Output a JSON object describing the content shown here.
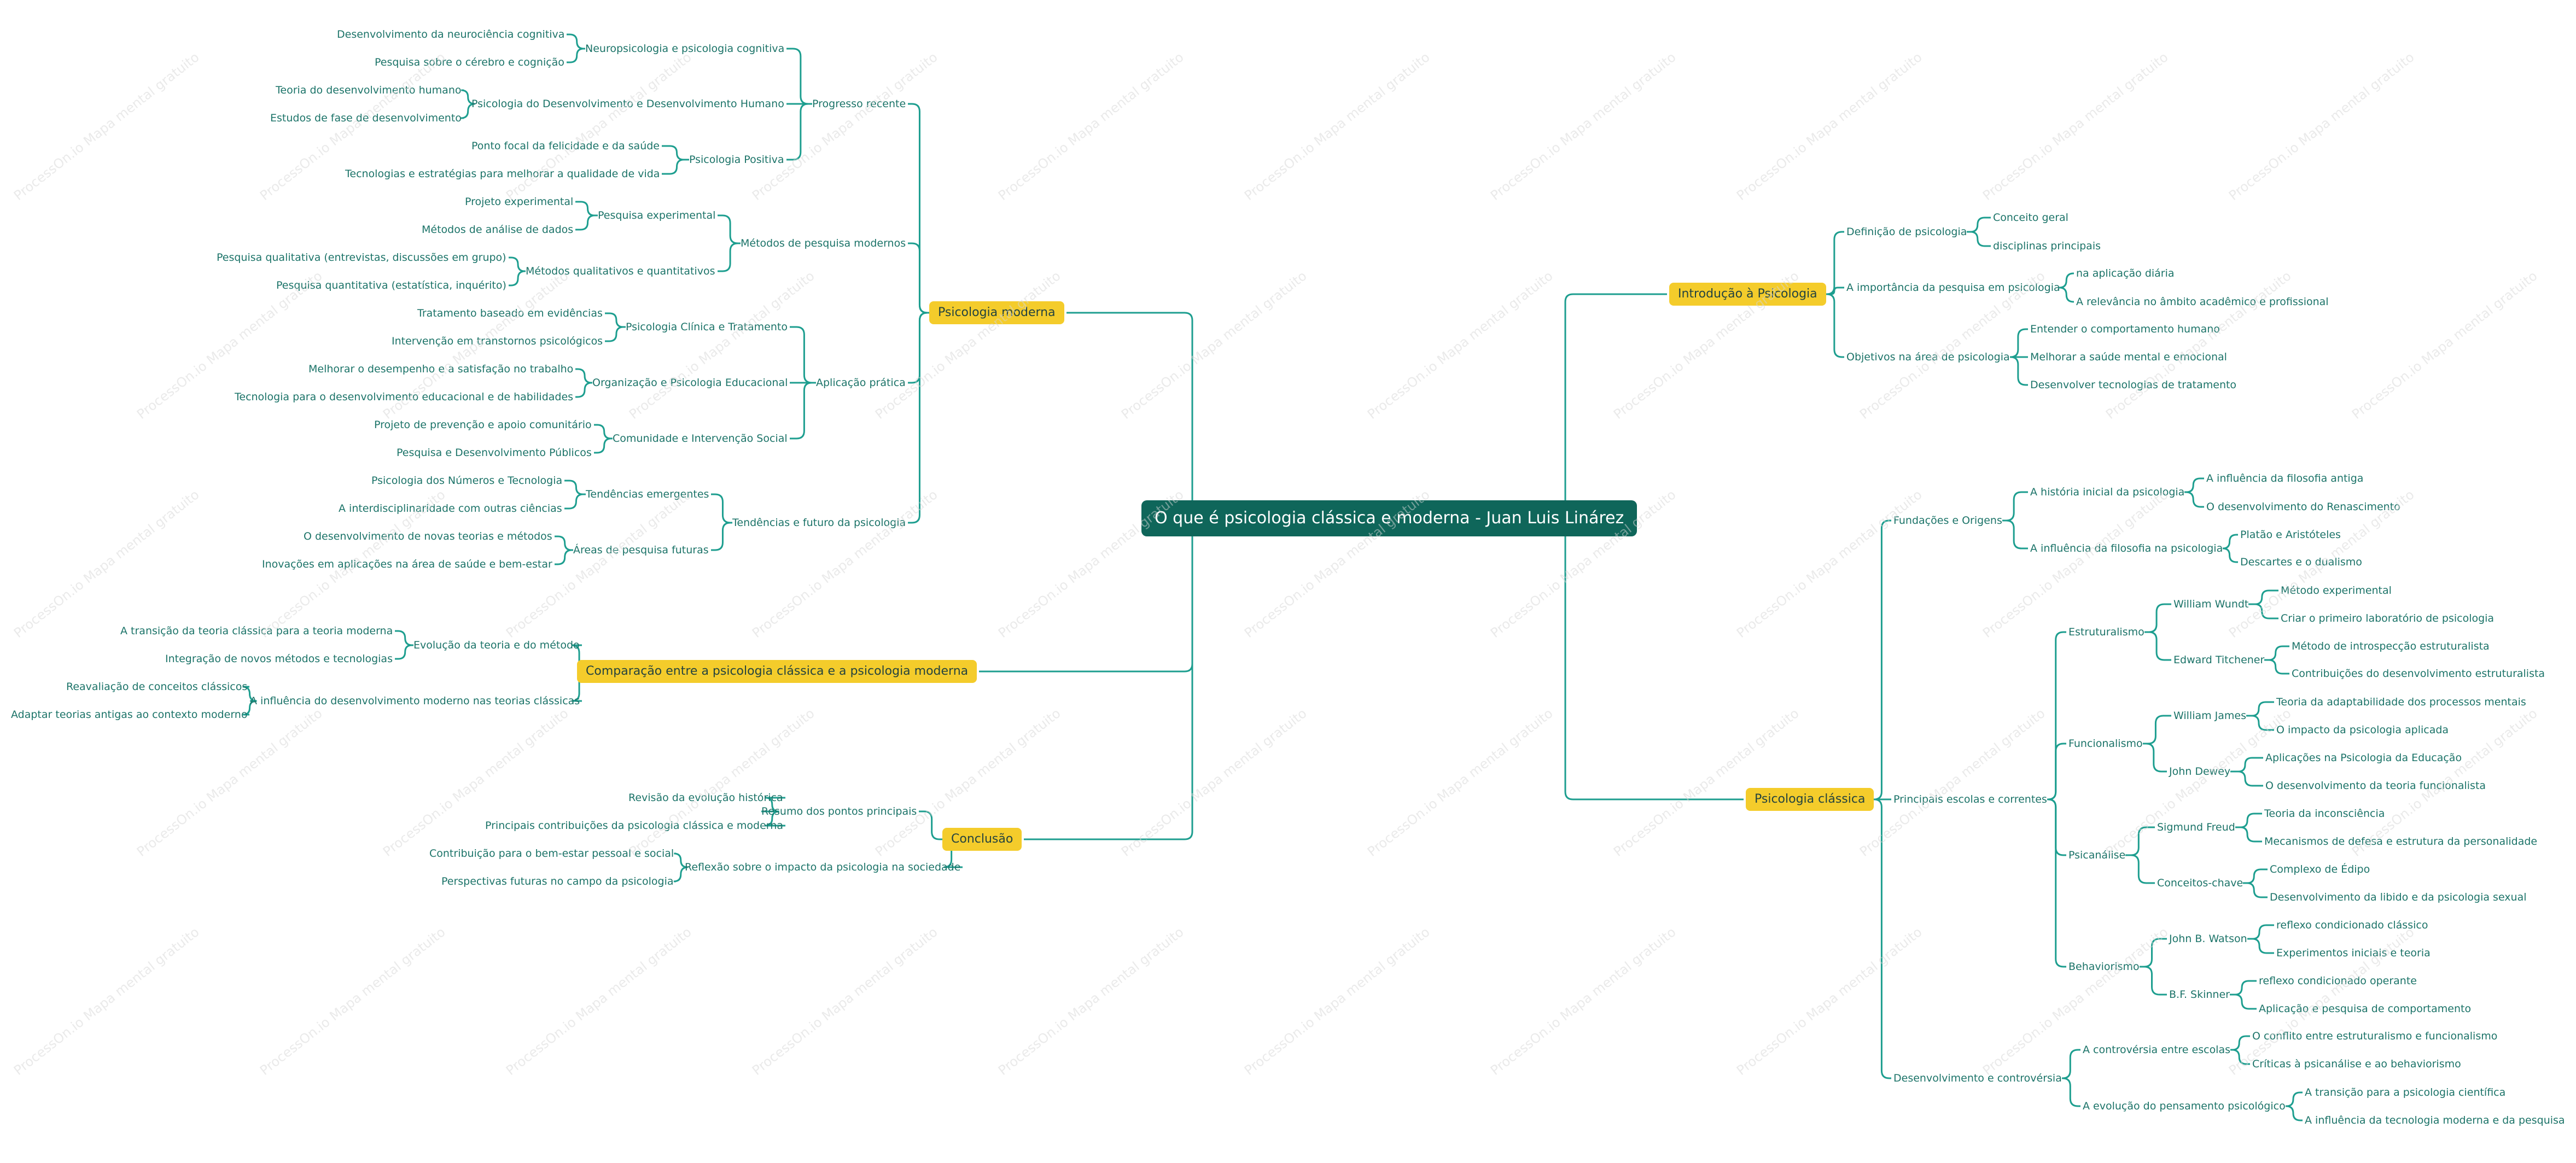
{
  "watermark": "ProcessOn.io Mapa mental gratuito",
  "colors": {
    "root_bg": "#0f665a",
    "main_bg": "#f4cc2b",
    "line": "#1d9e8f",
    "text": "#1b7368"
  },
  "nodes": {
    "root": "O que é psicologia clássica e moderna - Juan Luis Linárez",
    "intro": "Introdução à Psicologia",
    "intro_def": "Definição de psicologia",
    "intro_def_1": "Conceito geral",
    "intro_def_2": "disciplinas principais",
    "intro_imp": "A importância da pesquisa em psicologia",
    "intro_imp_1": "na aplicação diária",
    "intro_imp_2": "A relevância no âmbito acadêmico e profissional",
    "intro_obj": "Objetivos na área de psicologia",
    "intro_obj_1": "Entender o comportamento humano",
    "intro_obj_2": "Melhorar a saúde mental e emocional",
    "intro_obj_3": "Desenvolver tecnologias de tratamento",
    "classic": "Psicologia clássica",
    "fund": "Fundações e Origens",
    "fund_hist": "A história inicial da psicologia",
    "fund_hist_1": "A influência da filosofia antiga",
    "fund_hist_2": "O desenvolvimento do Renascimento",
    "fund_filo": "A influência da filosofia na psicologia",
    "fund_filo_1": "Platão e Aristóteles",
    "fund_filo_2": "Descartes e o dualismo",
    "esc": "Principais escolas e correntes",
    "estr": "Estruturalismo",
    "wundt": "William Wundt",
    "wundt_1": "Método experimental",
    "wundt_2": "Criar o primeiro laboratório de psicologia",
    "titch": "Edward Titchener",
    "titch_1": "Método de introspecção estruturalista",
    "titch_2": "Contribuições do desenvolvimento estruturalista",
    "func": "Funcionalismo",
    "james": "William James",
    "james_1": "Teoria da adaptabilidade dos processos mentais",
    "james_2": "O impacto da psicologia aplicada",
    "dewey": "John Dewey",
    "dewey_1": "Aplicações na Psicologia da Educação",
    "dewey_2": "O desenvolvimento da teoria funcionalista",
    "psican": "Psicanálise",
    "freud": "Sigmund Freud",
    "freud_1": "Teoria da inconsciência",
    "freud_2": "Mecanismos de defesa e estrutura da personalidade",
    "conc": "Conceitos-chave",
    "conc_1": "Complexo de Édipo",
    "conc_2": "Desenvolvimento da libido e da psicologia sexual",
    "behav": "Behaviorismo",
    "watson": "John B. Watson",
    "watson_1": "reflexo condicionado clássico",
    "watson_2": "Experimentos iniciais e teoria",
    "skinner": "B.F. Skinner",
    "skinner_1": "reflexo condicionado operante",
    "skinner_2": "Aplicação e pesquisa de comportamento",
    "desen": "Desenvolvimento e controvérsia",
    "contr": "A controvérsia entre escolas",
    "contr_1": "O conflito entre estruturalismo e funcionalismo",
    "contr_2": "Críticas à psicanálise e ao behaviorismo",
    "evol": "A evolução do pensamento psicológico",
    "evol_1": "A transição para a psicologia científica",
    "evol_2": "A influência da tecnologia moderna e da pesquisa",
    "moderna": "Psicologia moderna",
    "prog": "Progresso recente",
    "neuro": "Neuropsicologia e psicologia cognitiva",
    "neuro_1": "Desenvolvimento da neurociência cognitiva",
    "neuro_2": "Pesquisa sobre o cérebro e cognição",
    "dh": "Psicologia do Desenvolvimento e Desenvolvimento Humano",
    "dh_1": "Teoria do desenvolvimento humano",
    "dh_2": "Estudos de fase de desenvolvimento",
    "pos": "Psicologia Positiva",
    "pos_1": "Ponto focal da felicidade e da saúde",
    "pos_2": "Tecnologias e estratégias para melhorar a qualidade de vida",
    "met": "Métodos de pesquisa modernos",
    "pexp": "Pesquisa experimental",
    "pexp_1": "Projeto experimental",
    "pexp_2": "Métodos de análise de dados",
    "mqq": "Métodos qualitativos e quantitativos",
    "mqq_1": "Pesquisa qualitativa (entrevistas, discussões em grupo)",
    "mqq_2": "Pesquisa quantitativa (estatística, inquérito)",
    "apl": "Aplicação prática",
    "clin": "Psicologia Clínica e Tratamento",
    "clin_1": "Tratamento baseado em evidências",
    "clin_2": "Intervenção em transtornos psicológicos",
    "org": "Organização e Psicologia Educacional",
    "org_1": "Melhorar o desempenho e a satisfação no trabalho",
    "org_2": "Tecnologia para o desenvolvimento educacional e de habilidades",
    "com": "Comunidade e Intervenção Social",
    "com_1": "Projeto de prevenção e apoio comunitário",
    "com_2": "Pesquisa e Desenvolvimento Públicos",
    "tend": "Tendências e futuro da psicologia",
    "temer": "Tendências emergentes",
    "temer_1": "Psicologia dos Números e Tecnologia",
    "temer_2": "A interdisciplinaridade com outras ciências",
    "areas": "Áreas de pesquisa futuras",
    "areas_1": "O desenvolvimento de novas teorias e métodos",
    "areas_2": "Inovações em aplicações na área de saúde e bem-estar",
    "comp": "Comparação entre a psicologia clássica e a psicologia moderna",
    "evteo": "Evolução da teoria e do método",
    "evteo_1": "A transição da teoria clássica para a teoria moderna",
    "evteo_2": "Integração de novos métodos e tecnologias",
    "infl": "A influência do desenvolvimento moderno nas teorias clássicas",
    "infl_1": "Reavaliação de conceitos clássicos",
    "infl_2": "Adaptar teorias antigas ao contexto moderno",
    "concl": "Conclusão",
    "res": "Resumo dos pontos principais",
    "res_1": "Revisão da evolução histórica",
    "res_2": "Principais contribuições da psicologia clássica e moderna",
    "ref": "Reflexão sobre o impacto da psicologia na sociedade",
    "ref_1": "Contribuição para o bem-estar pessoal e social",
    "ref_2": "Perspectivas futuras no campo da psicologia"
  }
}
